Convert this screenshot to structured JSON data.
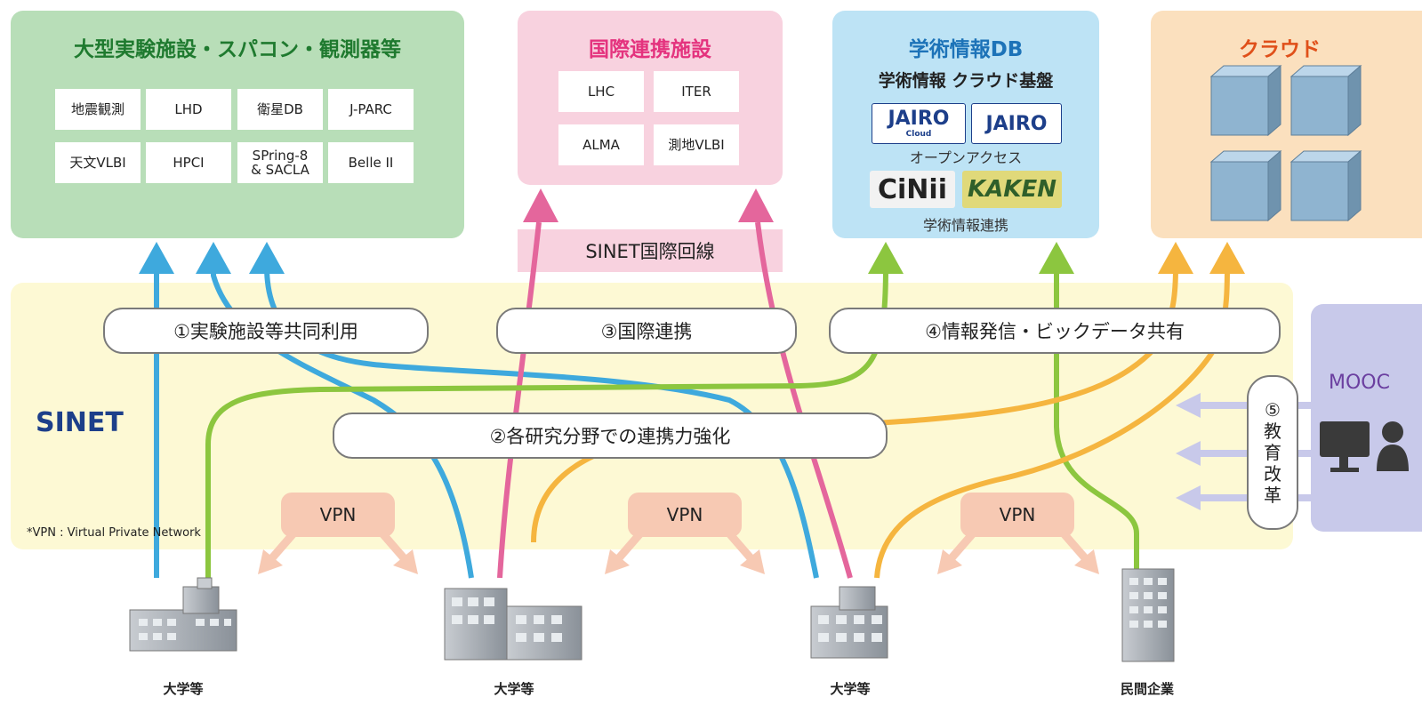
{
  "panels": {
    "experiment": {
      "title": "大型実験施設・スパコン・観測器等",
      "cells": [
        "地震観測",
        "LHD",
        "衛星DB",
        "J-PARC",
        "天文VLBI",
        "HPCI",
        "SPring-8\n& SACLA",
        "Belle II"
      ]
    },
    "international": {
      "title": "国際連携施設",
      "cells": [
        "LHC",
        "ITER",
        "ALMA",
        "測地VLBI"
      ]
    },
    "academic_db": {
      "title": "学術情報DB",
      "subtitle": "学術情報 クラウド基盤",
      "logo1": "JAIRO",
      "logo1_sub": "Cloud",
      "logo2": "JAIRO",
      "open_access": "オープンアクセス",
      "logo3": "CiNii",
      "logo4": "KAKEN",
      "link_label": "学術情報連携"
    },
    "cloud": {
      "title": "クラウド"
    },
    "mooc": {
      "title": "MOOC"
    }
  },
  "sinet_intl_line": "SINET国際回線",
  "sinet_label": "SINET",
  "pills": {
    "p1": "①実験施設等共同利用",
    "p2": "②各研究分野での連携力強化",
    "p3": "③国際連携",
    "p4": "④情報発信・ビックデータ共有",
    "p5": [
      "⑤",
      "教",
      "育",
      "改",
      "革"
    ]
  },
  "vpn_labels": [
    "VPN",
    "VPN",
    "VPN"
  ],
  "vpn_note": "*VPN : Virtual Private Network",
  "buildings": [
    "大学等",
    "大学等",
    "大学等",
    "民間企業"
  ],
  "colors": {
    "blue": "#3ea9dd",
    "pink": "#e4669c",
    "green": "#8cc63f",
    "orange": "#f5b53f",
    "lavender": "#c8c9ea",
    "salmon": "#f7c9b3",
    "sinet_bg": "#fdf9d4"
  }
}
